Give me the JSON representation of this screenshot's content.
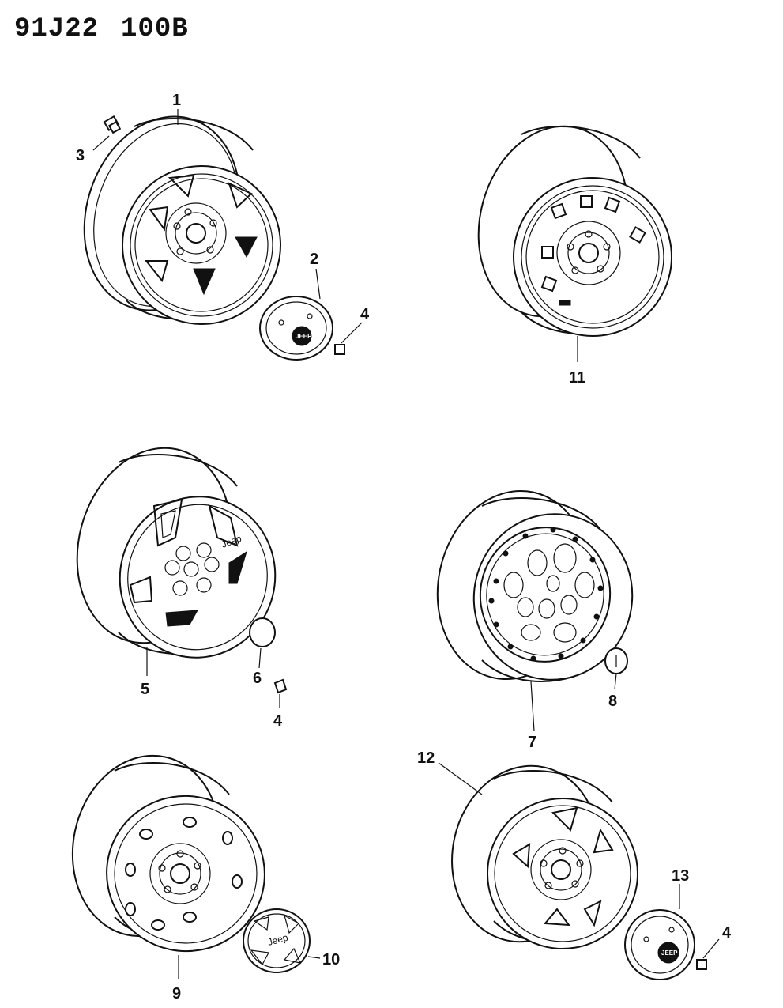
{
  "header": {
    "code_a": "91J22",
    "code_b": "100B"
  },
  "callouts": {
    "c1": "1",
    "c2": "2",
    "c3": "3",
    "c4a": "4",
    "c4b": "4",
    "c4c": "4",
    "c5": "5",
    "c6": "6",
    "c7": "7",
    "c8": "8",
    "c9": "9",
    "c10": "10",
    "c11": "11",
    "c12": "12",
    "c13": "13"
  },
  "brand": {
    "wheel5_text": "Jeep",
    "cap2_text": "JEEP",
    "cap10_text": "Jeep",
    "cap13_text": "JEEP"
  }
}
